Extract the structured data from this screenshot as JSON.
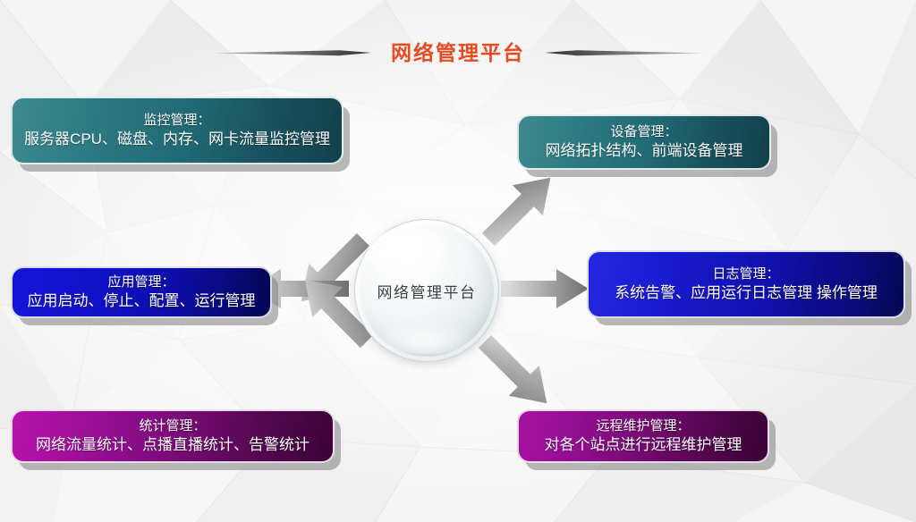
{
  "page": {
    "title": "网络管理平台",
    "title_color": "#e8491f",
    "background_color": "#f2f2f2"
  },
  "center": {
    "label": "网络管理平台",
    "shape": "sphere-icon",
    "text_color": "#3a3f42"
  },
  "panels": [
    {
      "id": "monitor",
      "heading": "监控管理：",
      "detail": "服务器CPU、磁盘、内存、网卡流量监控管理",
      "color": "#216a74",
      "theme": "teal",
      "position": "top-left"
    },
    {
      "id": "device",
      "heading": "设备管理：",
      "detail": "网络拓扑结构、前端设备管理",
      "color": "#216a74",
      "theme": "teal",
      "position": "top-right"
    },
    {
      "id": "application",
      "heading": "应用管理：",
      "detail": "应用启动、停止、配置、运行管理",
      "color": "#1414d8",
      "theme": "blue",
      "position": "middle-left"
    },
    {
      "id": "log",
      "heading": "日志管理：",
      "detail": "系统告警、应用运行日志管理 操作管理",
      "color": "#1010ab",
      "theme": "blue",
      "position": "middle-right"
    },
    {
      "id": "statistics",
      "heading": "统计管理：",
      "detail": "网络流量统计、点播直播统计、告警统计",
      "color": "#a00f9a",
      "theme": "purple",
      "position": "bottom-left"
    },
    {
      "id": "remote",
      "heading": "远程维护管理：",
      "detail": "对各个站点进行远程维护管理",
      "color": "#930e92",
      "theme": "purple",
      "position": "bottom-right"
    }
  ],
  "connectors": [
    {
      "name": "arrow-to-monitor",
      "direction": "up-left",
      "target": "monitor",
      "color": "#8a8a8a"
    },
    {
      "name": "arrow-to-device",
      "direction": "up-right",
      "target": "device",
      "color": "#8a8a8a"
    },
    {
      "name": "arrow-to-application",
      "direction": "left",
      "target": "application",
      "color": "#8a8a8a"
    },
    {
      "name": "arrow-to-log",
      "direction": "right",
      "target": "log",
      "color": "#8a8a8a"
    },
    {
      "name": "arrow-to-statistics",
      "direction": "down-left",
      "target": "statistics",
      "color": "#8a8a8a"
    },
    {
      "name": "arrow-to-remote",
      "direction": "down-right",
      "target": "remote",
      "color": "#8a8a8a"
    }
  ],
  "decor": {
    "rule_left": "tapered-line-icon",
    "rule_right": "tapered-line-icon"
  }
}
